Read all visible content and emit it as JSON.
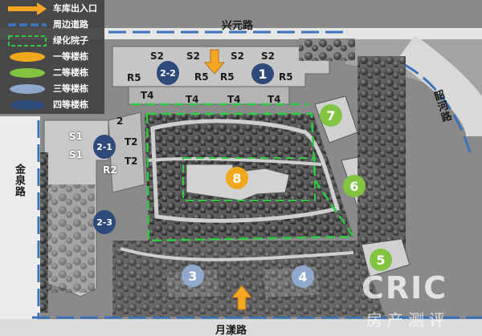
{
  "legend": {
    "items": [
      {
        "label": "车库出入口",
        "kind": "entrance-arrow",
        "color": "#f5a623"
      },
      {
        "label": "周边道路",
        "kind": "road-dash",
        "color": "#3b73b9"
      },
      {
        "label": "绿化院子",
        "kind": "green-dash",
        "color": "#2ecc40"
      },
      {
        "label": "一等楼栋",
        "kind": "ellipse",
        "color": "#f0a81e"
      },
      {
        "label": "二等楼栋",
        "kind": "ellipse",
        "color": "#82c341"
      },
      {
        "label": "三等楼栋",
        "kind": "ellipse",
        "color": "#8fa8cc"
      },
      {
        "label": "四等楼栋",
        "kind": "ellipse",
        "color": "#2e4a7a"
      }
    ]
  },
  "roads": {
    "north": "兴元路",
    "west": "金泉路",
    "south": "月漾路",
    "east": "韶河路"
  },
  "building_labels": {
    "s2": "S2",
    "s1": "S1",
    "r5": "R5",
    "r2": "R2",
    "t4": "T4",
    "t2": "T2",
    "two": "2"
  },
  "badges": [
    {
      "text": "1",
      "color": "#2e4a7a",
      "grade": "四等楼栋"
    },
    {
      "text": "2-2",
      "color": "#2e4a7a",
      "grade": "四等楼栋"
    },
    {
      "text": "2-1",
      "color": "#2e4a7a",
      "grade": "四等楼栋"
    },
    {
      "text": "2-3",
      "color": "#2e4a7a",
      "grade": "四等楼栋"
    },
    {
      "text": "7",
      "color": "#82c341",
      "grade": "二等楼栋"
    },
    {
      "text": "8",
      "color": "#f0a81e",
      "grade": "一等楼栋"
    },
    {
      "text": "6",
      "color": "#82c341",
      "grade": "二等楼栋"
    },
    {
      "text": "5",
      "color": "#82c341",
      "grade": "二等楼栋"
    },
    {
      "text": "3",
      "color": "#8fa8cc",
      "grade": "三等楼栋"
    },
    {
      "text": "4",
      "color": "#8fa8cc",
      "grade": "三等楼栋"
    }
  ],
  "watermark": {
    "main": "CRIC",
    "sub": "房产测评"
  },
  "colors": {
    "road_dash": "#3b73b9",
    "green_dash": "#2ecc40",
    "entrance": "#f5a623"
  }
}
